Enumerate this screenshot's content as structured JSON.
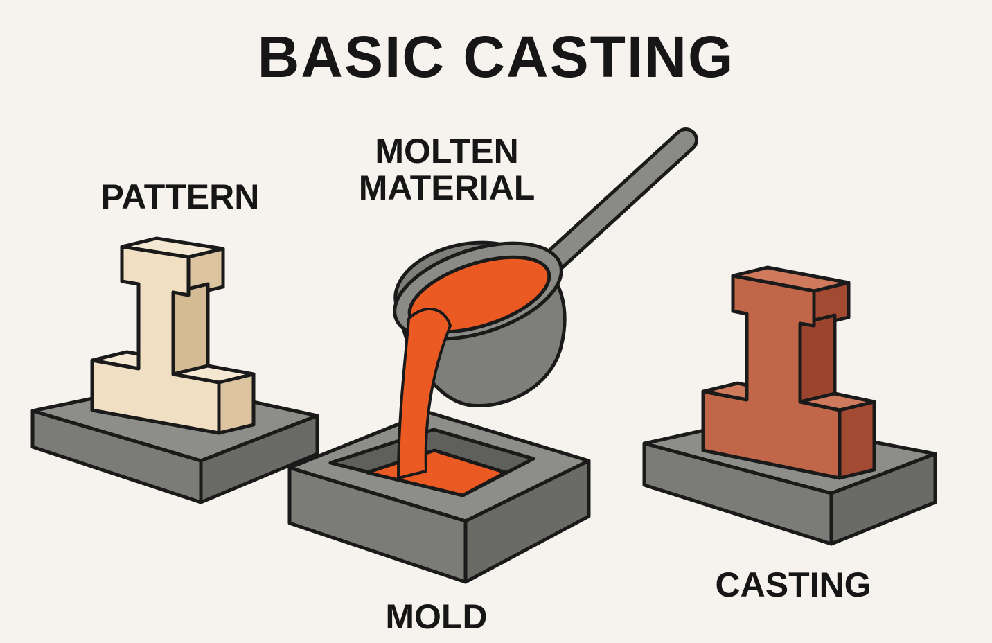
{
  "title": "BASIC CASTING",
  "labels": {
    "pattern": "PATTERN",
    "molten_line1": "MOLTEN",
    "molten_line2": "MATERIAL",
    "mold": "MOLD",
    "casting": "CASTING"
  },
  "colors": {
    "background": "#f6f3ee",
    "pattern": "#f1dfc3",
    "molten": "#ec5a24",
    "casting": "#c2664a",
    "steel": "#8a8a86"
  }
}
